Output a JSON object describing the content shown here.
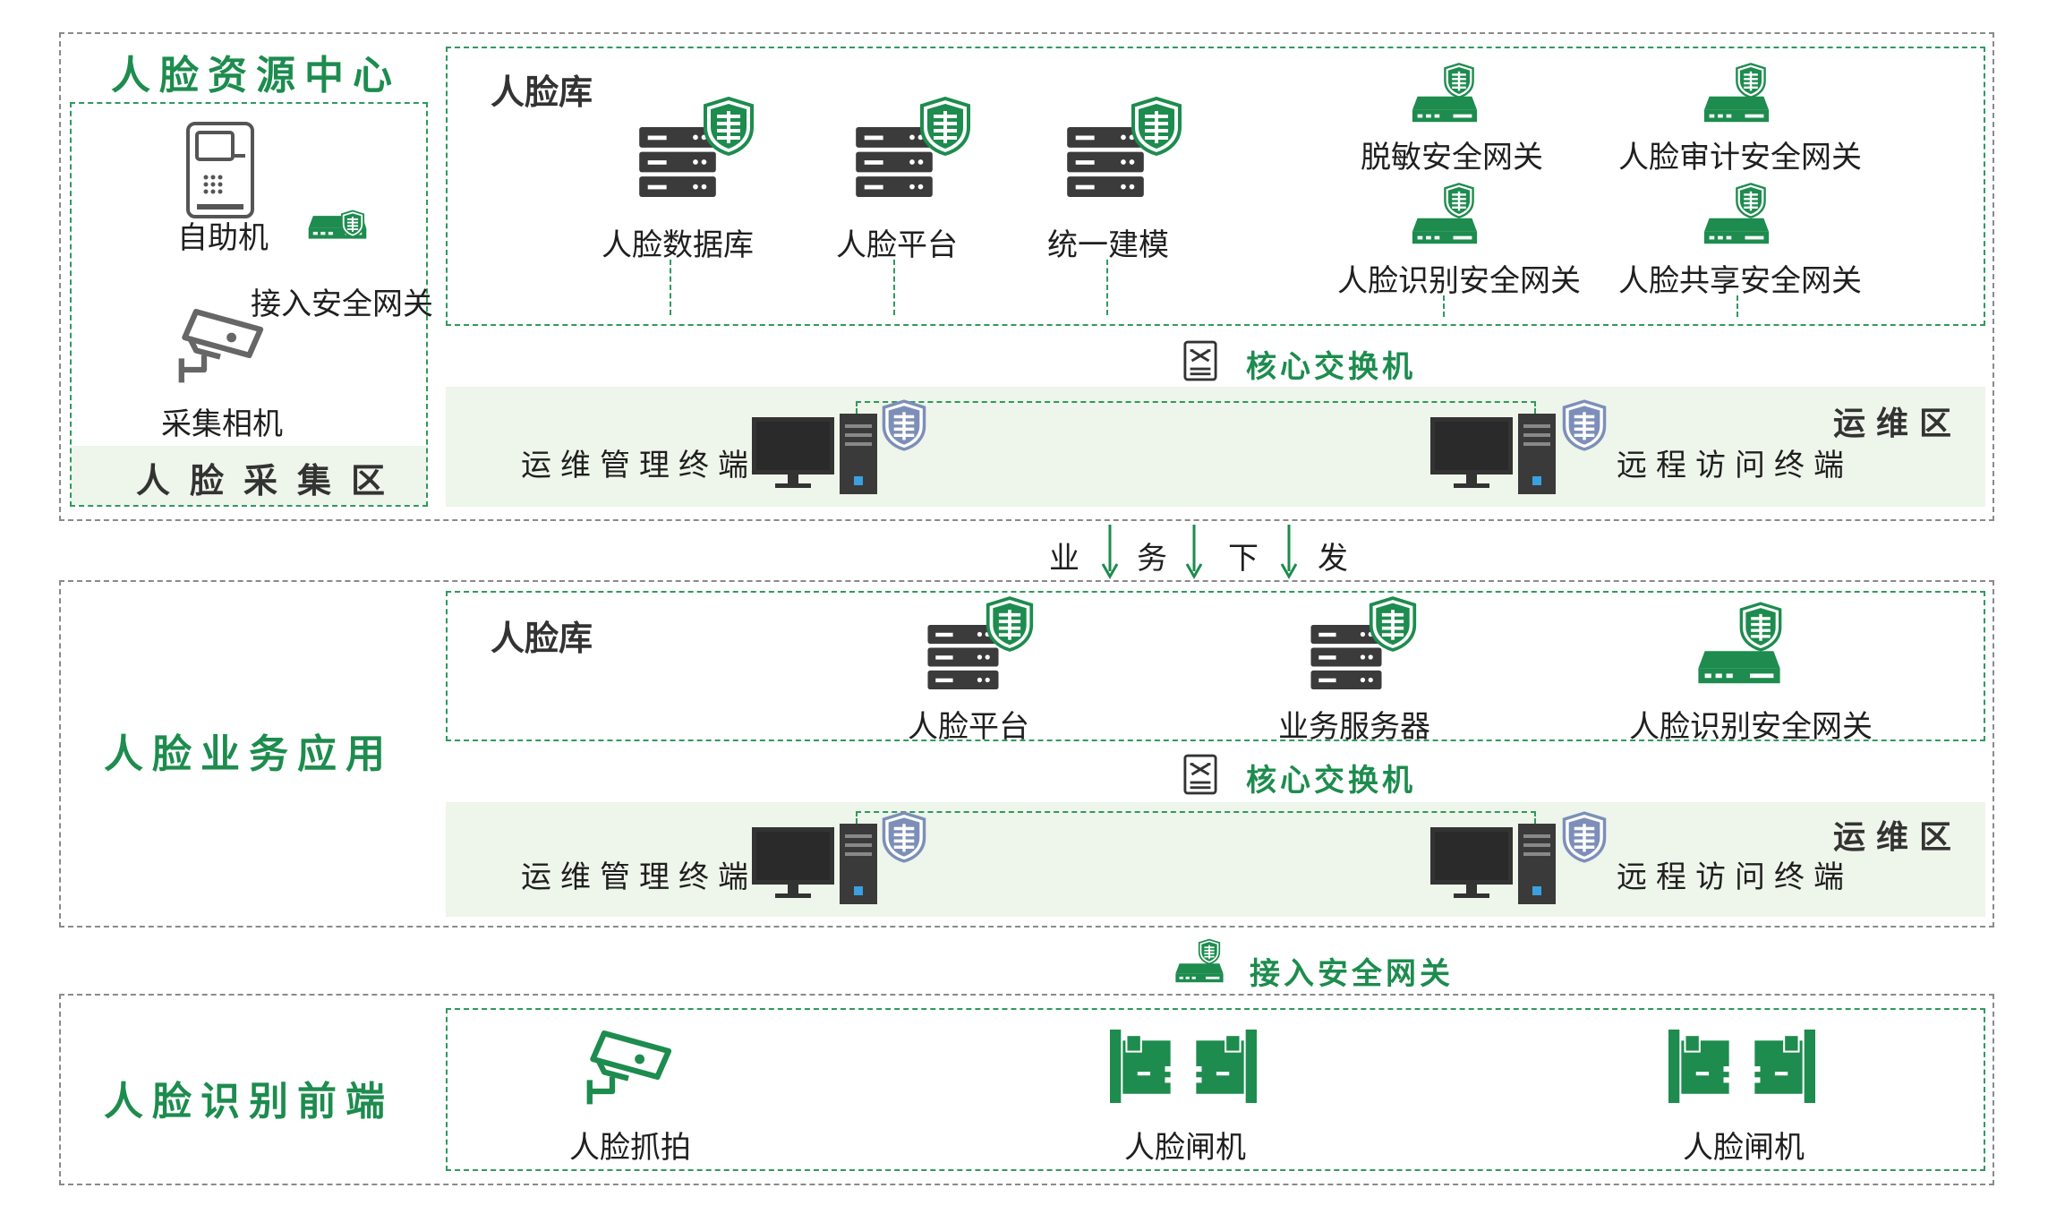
{
  "center": {
    "title": "人脸资源中心",
    "collect": {
      "zone_title": "人脸采集区",
      "kiosk": "自助机",
      "gateway": "接入安全网关",
      "camera": "采集相机"
    },
    "library": {
      "title": "人脸库",
      "database": "人脸数据库",
      "platform": "人脸平台",
      "modeling": "统一建模",
      "desensitize_gw": "脱敏安全网关",
      "audit_gw": "人脸审计安全网关",
      "recognize_gw": "人脸识别安全网关",
      "share_gw": "人脸共享安全网关"
    },
    "core_switch": "核心交换机",
    "ops": {
      "zone_title": "运维区",
      "mgmt": "运维管理终端",
      "remote": "远程访问终端"
    }
  },
  "dispatch": [
    "业",
    "务",
    "下",
    "发"
  ],
  "business": {
    "title": "人脸业务应用",
    "library": {
      "title": "人脸库",
      "platform": "人脸平台",
      "server": "业务服务器",
      "recognize_gw": "人脸识别安全网关"
    },
    "core_switch": "核心交换机",
    "ops": {
      "zone_title": "运维区",
      "mgmt": "运维管理终端",
      "remote": "远程访问终端"
    }
  },
  "access_gateway": "接入安全网关",
  "frontend": {
    "title": "人脸识别前端",
    "capture": "人脸抓拍",
    "gate1": "人脸闸机",
    "gate2": "人脸闸机"
  },
  "colors": {
    "green": "#1d8c4e",
    "dark": "#3a3a3a",
    "band": "#eef5ea",
    "shield_blue": "#7d8fb8"
  }
}
